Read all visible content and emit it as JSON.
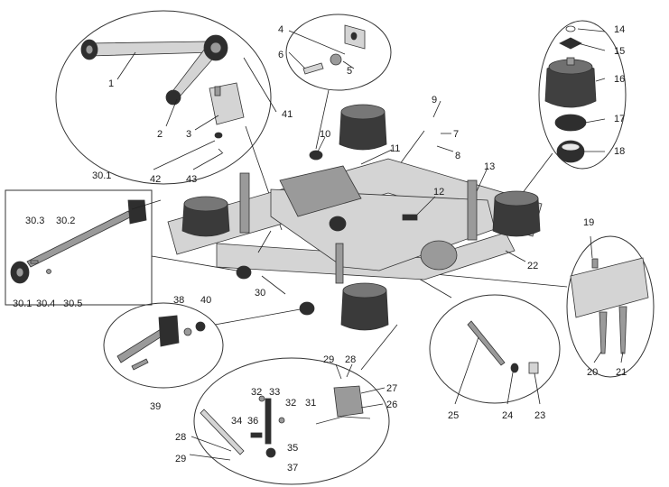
{
  "colors": {
    "frame": "#d4d4d4",
    "rubber": "#2e2e2e",
    "metal": "#9a9a9a",
    "lines": "#222222"
  },
  "labels": [
    {
      "id": "1",
      "text": "1"
    },
    {
      "id": "2",
      "text": "2"
    },
    {
      "id": "3",
      "text": "3"
    },
    {
      "id": "4",
      "text": "4"
    },
    {
      "id": "5",
      "text": "5"
    },
    {
      "id": "6",
      "text": "6"
    },
    {
      "id": "7",
      "text": "7"
    },
    {
      "id": "8",
      "text": "8"
    },
    {
      "id": "9",
      "text": "9"
    },
    {
      "id": "10",
      "text": "10"
    },
    {
      "id": "11",
      "text": "11"
    },
    {
      "id": "12",
      "text": "12"
    },
    {
      "id": "13",
      "text": "13"
    },
    {
      "id": "14",
      "text": "14"
    },
    {
      "id": "15",
      "text": "15"
    },
    {
      "id": "16",
      "text": "16"
    },
    {
      "id": "17",
      "text": "17"
    },
    {
      "id": "18",
      "text": "18"
    },
    {
      "id": "19",
      "text": "19"
    },
    {
      "id": "20",
      "text": "20"
    },
    {
      "id": "21",
      "text": "21"
    },
    {
      "id": "22",
      "text": "22"
    },
    {
      "id": "23",
      "text": "23"
    },
    {
      "id": "24",
      "text": "24"
    },
    {
      "id": "25",
      "text": "25"
    },
    {
      "id": "26",
      "text": "26"
    },
    {
      "id": "27",
      "text": "27"
    },
    {
      "id": "28a",
      "text": "28"
    },
    {
      "id": "28b",
      "text": "28"
    },
    {
      "id": "29a",
      "text": "29"
    },
    {
      "id": "29b",
      "text": "29"
    },
    {
      "id": "30",
      "text": "30"
    },
    {
      "id": "30_1a",
      "text": "30.1"
    },
    {
      "id": "30_1b",
      "text": "30.1"
    },
    {
      "id": "30_2",
      "text": "30.2"
    },
    {
      "id": "30_3",
      "text": "30.3"
    },
    {
      "id": "30_4",
      "text": "30.4"
    },
    {
      "id": "30_5",
      "text": "30.5"
    },
    {
      "id": "31",
      "text": "31"
    },
    {
      "id": "32a",
      "text": "32"
    },
    {
      "id": "32b",
      "text": "32"
    },
    {
      "id": "33",
      "text": "33"
    },
    {
      "id": "34",
      "text": "34"
    },
    {
      "id": "35",
      "text": "35"
    },
    {
      "id": "36",
      "text": "36"
    },
    {
      "id": "37",
      "text": "37"
    },
    {
      "id": "38",
      "text": "38"
    },
    {
      "id": "39",
      "text": "39"
    },
    {
      "id": "40",
      "text": "40"
    },
    {
      "id": "41",
      "text": "41"
    },
    {
      "id": "42",
      "text": "42"
    },
    {
      "id": "43",
      "text": "43"
    }
  ]
}
